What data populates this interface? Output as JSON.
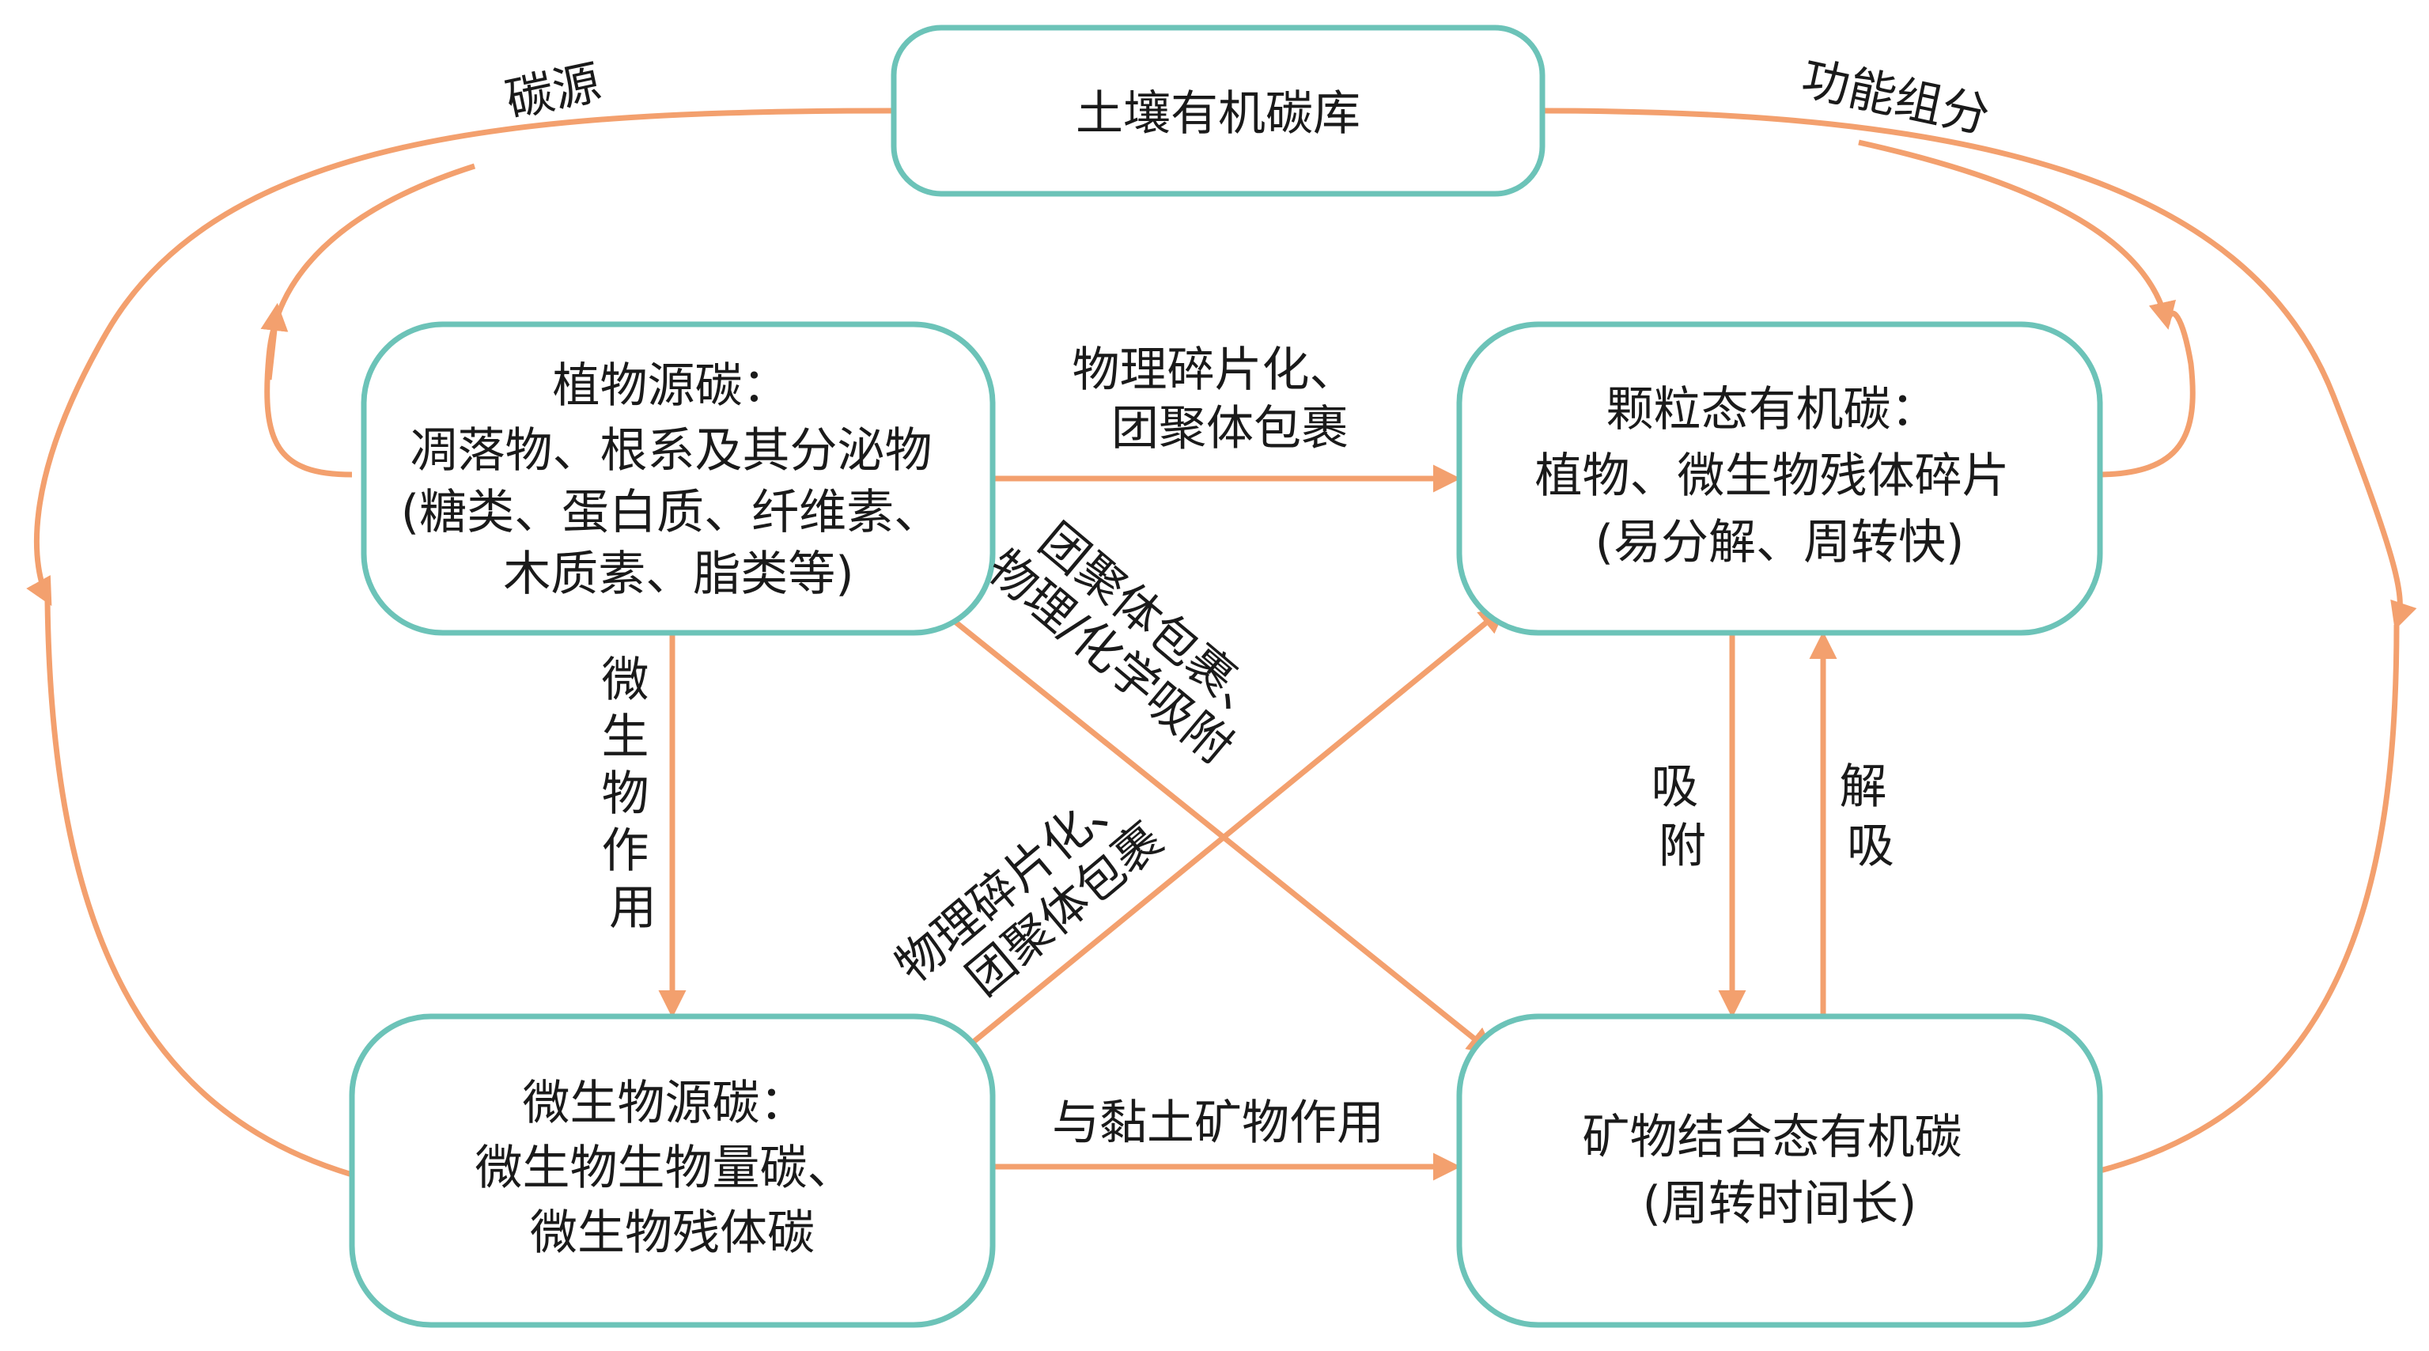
{
  "nodes": {
    "soc_pool": {
      "lines": [
        "土壤有机碳库"
      ]
    },
    "plant_carbon": {
      "lines": [
        "植物源碳：",
        "凋落物、根系及其分泌物",
        "(糖类、蛋白质、纤维素、",
        "木质素、脂类等)"
      ]
    },
    "pom": {
      "lines": [
        "颗粒态有机碳：",
        "植物、微生物残体碎片",
        "(易分解、周转快)"
      ]
    },
    "microbial_carbon": {
      "lines": [
        "微生物源碳：",
        "微生物生物量碳、",
        "微生物残体碳"
      ]
    },
    "maom": {
      "lines": [
        "矿物结合态有机碳",
        "(周转时间长)"
      ]
    }
  },
  "labels": {
    "carbon_source": "碳源",
    "functional_fraction": "功能组分",
    "plant_to_pom": [
      "物理碎片化、",
      "团聚体包裹"
    ],
    "plant_to_maom": [
      "团聚体包裹、",
      "物理/化学吸附"
    ],
    "microbe_to_pom": [
      "物理碎片化、",
      "团聚体包裹"
    ],
    "microbial_action": [
      "微",
      "生",
      "物",
      "作",
      "用"
    ],
    "clay_mineral": "与黏土矿物作用",
    "adsorption": [
      "吸",
      "附"
    ],
    "desorption": [
      "解",
      "吸"
    ]
  },
  "colors": {
    "node_border": "#6cc3b8",
    "arrow": "#f3a06e",
    "text": "#1a1a1a"
  }
}
